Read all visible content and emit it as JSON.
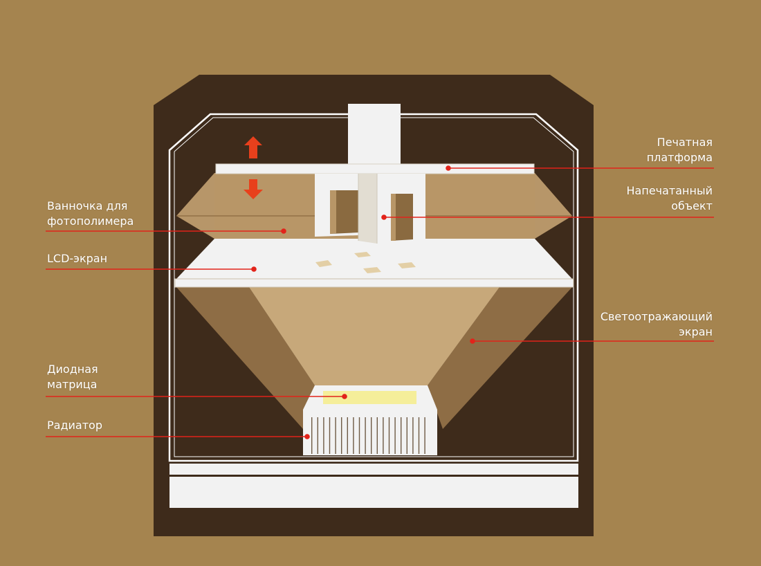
{
  "colors": {
    "background": "#A5844F",
    "housing": "#3E2B1B",
    "outline": "#FFFFFF",
    "component": "#F2F2F2",
    "vat": "#B89667",
    "light_cone": "#C7A87A",
    "reflector": "#8E6D45",
    "diode_glow": "#F5EE9A",
    "pointer": "#E2231A",
    "arrow": "#E8401C"
  },
  "labels": {
    "print_platform": [
      "Печатная",
      "платформа"
    ],
    "printed_object": [
      "Напечатанный",
      "объект"
    ],
    "resin_vat": [
      "Ванночка для",
      "фотополимера"
    ],
    "lcd_screen": [
      "LCD-экран"
    ],
    "reflective_screen": [
      "Светоотражающий",
      "экран"
    ],
    "diode_matrix": [
      "Диодная",
      "матрица"
    ],
    "radiator": [
      "Радиатор"
    ]
  },
  "icons": {
    "up": "arrow-up-icon",
    "down": "arrow-down-icon"
  }
}
